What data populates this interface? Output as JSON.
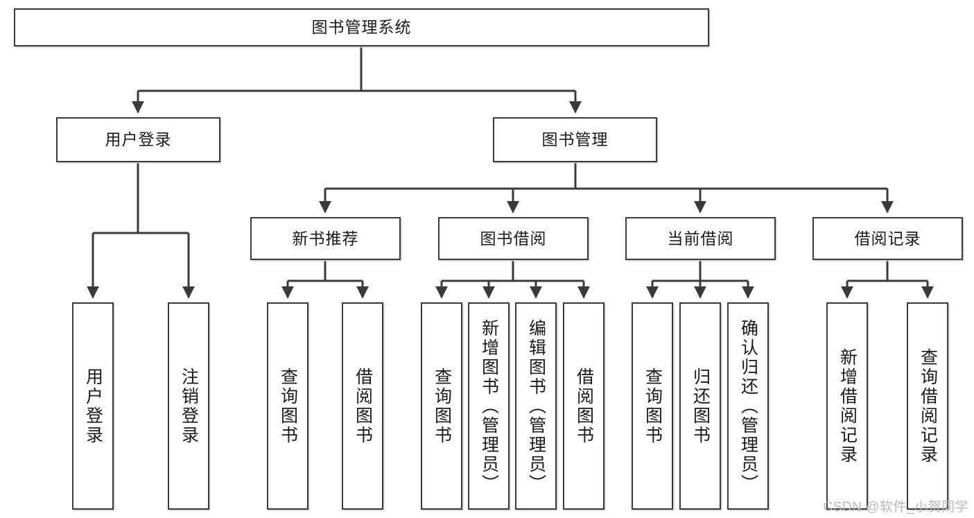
{
  "diagram": {
    "title": "图书管理系统",
    "type": "tree-diagram",
    "watermark": "CSDN @软件_小贺同学",
    "colors": {
      "box_border": "#3a3a3a",
      "box_fill": "#ffffff",
      "edge": "#3a3a3a",
      "text": "#1a1a1a",
      "watermark": "#b9b9b9"
    },
    "nodes": {
      "root": {
        "label": "图书管理系统"
      },
      "level2": [
        {
          "id": "login",
          "label": "用户登录"
        },
        {
          "id": "bookmgmt",
          "label": "图书管理"
        }
      ],
      "level3": [
        {
          "id": "newbook",
          "label": "新书推荐"
        },
        {
          "id": "borrow",
          "label": "图书借阅"
        },
        {
          "id": "current",
          "label": "当前借阅"
        },
        {
          "id": "records",
          "label": "借阅记录"
        }
      ],
      "leaves": {
        "login": [
          {
            "id": "leaf-user-login",
            "label": "用户登录"
          },
          {
            "id": "leaf-user-logout",
            "label": "注销登录"
          }
        ],
        "newbook": [
          {
            "id": "leaf-query-book-1",
            "label": "查询图书"
          },
          {
            "id": "leaf-borrow-book-1",
            "label": "借阅图书"
          }
        ],
        "borrow": [
          {
            "id": "leaf-query-book-2",
            "label": "查询图书"
          },
          {
            "id": "leaf-add-book",
            "label": "新增图书（管理员）"
          },
          {
            "id": "leaf-edit-book",
            "label": "编辑图书（管理员）"
          },
          {
            "id": "leaf-borrow-book-2",
            "label": "借阅图书"
          }
        ],
        "current": [
          {
            "id": "leaf-query-book-3",
            "label": "查询图书"
          },
          {
            "id": "leaf-return-book",
            "label": "归还图书"
          },
          {
            "id": "leaf-confirm-return",
            "label": "确认归还（管理员）"
          }
        ],
        "records": [
          {
            "id": "leaf-add-record",
            "label": "新增借阅记录"
          },
          {
            "id": "leaf-query-record",
            "label": "查询借阅记录"
          }
        ]
      }
    }
  }
}
